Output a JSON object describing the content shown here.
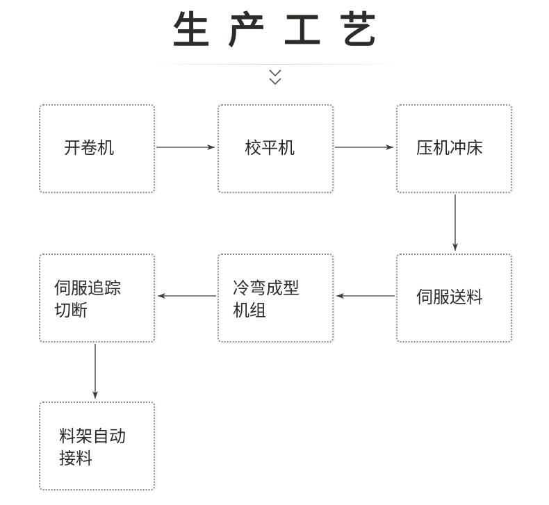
{
  "title": "生产工艺",
  "steps": {
    "uncoiler": "开卷机",
    "leveler": "校平机",
    "press": "压机冲床",
    "servo_feed": "伺服送料",
    "roll_former": "冷弯成型\n机组",
    "servo_cut": "伺服追踪\n切断",
    "auto_receiver": "料架自动\n接料"
  },
  "colors": {
    "title": "#2f2b28",
    "border": "#8e8e8e",
    "arrow": "#3a3a3a",
    "text": "#2b2b2b"
  },
  "icons": {
    "header": "double-chevron-down-icon"
  }
}
